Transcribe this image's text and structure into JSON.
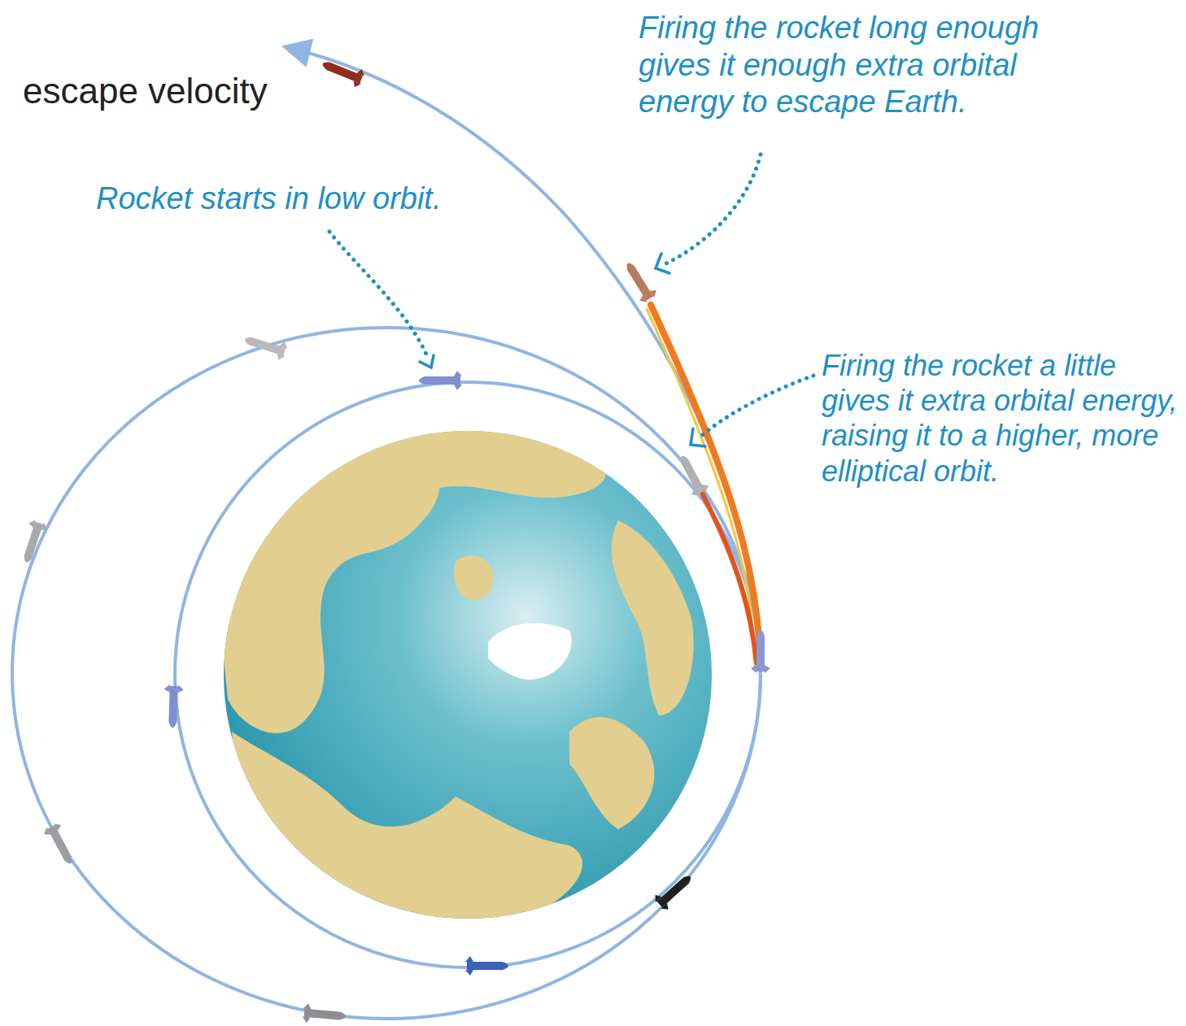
{
  "diagram": {
    "labels": [
      "escape velocity",
      "Firing the rocket long enough gives it enough extra orbital energy to escape Earth.",
      "Rocket starts in low orbit.",
      "Firing the rocket a little gives it extra orbital energy, raising it to a higher, more elliptical orbit."
    ]
  }
}
